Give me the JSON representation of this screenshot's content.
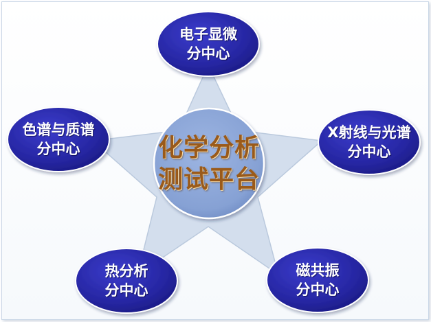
{
  "center": {
    "line1": "化学分析",
    "line2": "测试平台"
  },
  "nodes": [
    {
      "line1": "电子显微",
      "line2": "分中心"
    },
    {
      "line1": "X射线与光谱",
      "line2": "分中心"
    },
    {
      "line1": "磁共振",
      "line2": "分中心"
    },
    {
      "line1": "热分析",
      "line2": "分中心"
    },
    {
      "line1": "色谱与质谱",
      "line2": "分中心"
    }
  ],
  "colors": {
    "star_fill": "#d3deed",
    "star_stroke": "#bac9dd",
    "node_fill": "#2a29a8",
    "center_fill": "#8aa5d6",
    "center_text": "#9a5a1a"
  }
}
